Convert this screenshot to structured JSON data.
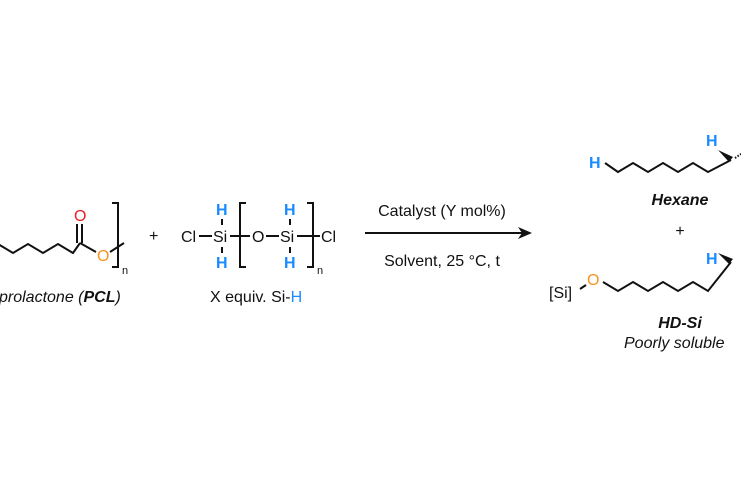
{
  "reactant1": {
    "o_carbonyl": "O",
    "o_ester": "O",
    "subscript": "n",
    "label_prefix": "prolactone (",
    "label_bold": "PCL",
    "label_suffix": ")"
  },
  "plus1": "+",
  "reactant2": {
    "cl_left": "Cl",
    "si1": "Si",
    "h1_top": "H",
    "h1_bottom": "H",
    "o": "O",
    "si2": "Si",
    "h2_top": "H",
    "h2_bottom": "H",
    "cl_right": "Cl",
    "subscript": "n",
    "label_prefix": "X equiv. Si-",
    "label_h": "H"
  },
  "conditions": {
    "above": "Catalyst (Y mol%)",
    "below": "Solvent, 25 °C, t"
  },
  "product1": {
    "h_end": "H",
    "h_stereo": "H",
    "label": "Hexane"
  },
  "plus2": "+",
  "product2": {
    "si": "[Si]",
    "o": "O",
    "h_stereo": "H",
    "label": "HD-Si",
    "note": "Poorly soluble"
  },
  "colors": {
    "hydrogen": "#1a8cff",
    "carbonyl_oxygen": "#ee1c24",
    "ester_oxygen": "#f7941d"
  }
}
